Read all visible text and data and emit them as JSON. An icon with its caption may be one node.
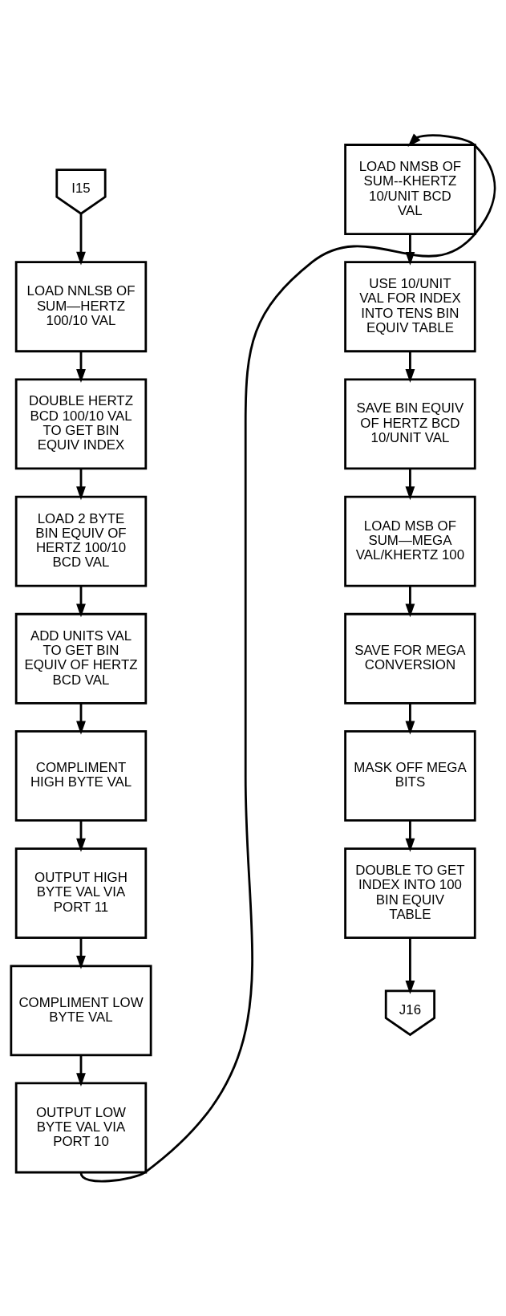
{
  "diagram": {
    "nodes": [
      {
        "text": [
          "I15"
        ]
      },
      {
        "text": [
          "LOAD NNLSB OF SUM—HERTZ 100/10 VAL"
        ]
      },
      {
        "text": [
          "DOUBLE HERTZ BCD 100/10 VAL TO GET BIN EQUIV INDEX"
        ]
      },
      {
        "text": [
          "LOAD 2 BYTE BIN EQUIV OF HERTZ 100/10 BCD VAL"
        ]
      },
      {
        "text": [
          "ADD UNITS VAL TO GET BIN EQUIV OF HERTZ BCD VAL"
        ]
      },
      {
        "text": [
          "COMPLIMENT HIGH BYTE VAL"
        ]
      },
      {
        "text": [
          "OUTPUT HIGH BYTE VAL VIA PORT 11"
        ]
      },
      {
        "text": [
          "COMPLIMENT LOW BYTE VAL"
        ]
      },
      {
        "text": [
          "OUTPUT LOW BYTE VAL VIA PORT 10"
        ]
      },
      {
        "text": [
          "LOAD NMSB OF SUM--KHERTZ 10/UNIT BCD VAL"
        ]
      },
      {
        "text": [
          "USE 10/UNIT VAL FOR INDEX INTO TENS BIN EQUIV TABLE"
        ]
      },
      {
        "text": [
          "SAVE BIN EQUIV OF HERTZ BCD 10/UNIT VAL"
        ]
      },
      {
        "text": [
          "LOAD MSB OF SUM—MEGA VAL/KHERTZ 100"
        ]
      },
      {
        "text": [
          "SAVE FOR MEGA CONVERSION"
        ]
      },
      {
        "text": [
          "MASK OFF MEGA BITS"
        ]
      },
      {
        "text": [
          "DOUBLE TO GET INDEX INTO 100 BIN EQUIV TABLE"
        ]
      },
      {
        "text": [
          "J16"
        ]
      }
    ],
    "edges": [
      {
        "from": 0,
        "to": 1,
        "arrow": "to"
      },
      {
        "from": 1,
        "to": 2,
        "arrow": "to"
      },
      {
        "from": 2,
        "to": 3,
        "arrow": "to"
      },
      {
        "from": 3,
        "to": 4,
        "arrow": "to"
      },
      {
        "from": 4,
        "to": 5,
        "arrow": "to"
      },
      {
        "from": 5,
        "to": 6,
        "arrow": "to"
      },
      {
        "from": 6,
        "to": 7,
        "arrow": "to"
      },
      {
        "from": 7,
        "to": 8,
        "arrow": "to"
      },
      {
        "from": 8,
        "to": 9,
        "arrow": "to"
      },
      {
        "from": 9,
        "to": 10,
        "arrow": "to"
      },
      {
        "from": 10,
        "to": 11,
        "arrow": "to"
      },
      {
        "from": 11,
        "to": 12,
        "arrow": "to"
      },
      {
        "from": 12,
        "to": 13,
        "arrow": "to"
      },
      {
        "from": 13,
        "to": 14,
        "arrow": "to"
      },
      {
        "from": 14,
        "to": 15,
        "arrow": "to"
      },
      {
        "from": 15,
        "to": 16,
        "arrow": "to"
      }
    ]
  }
}
